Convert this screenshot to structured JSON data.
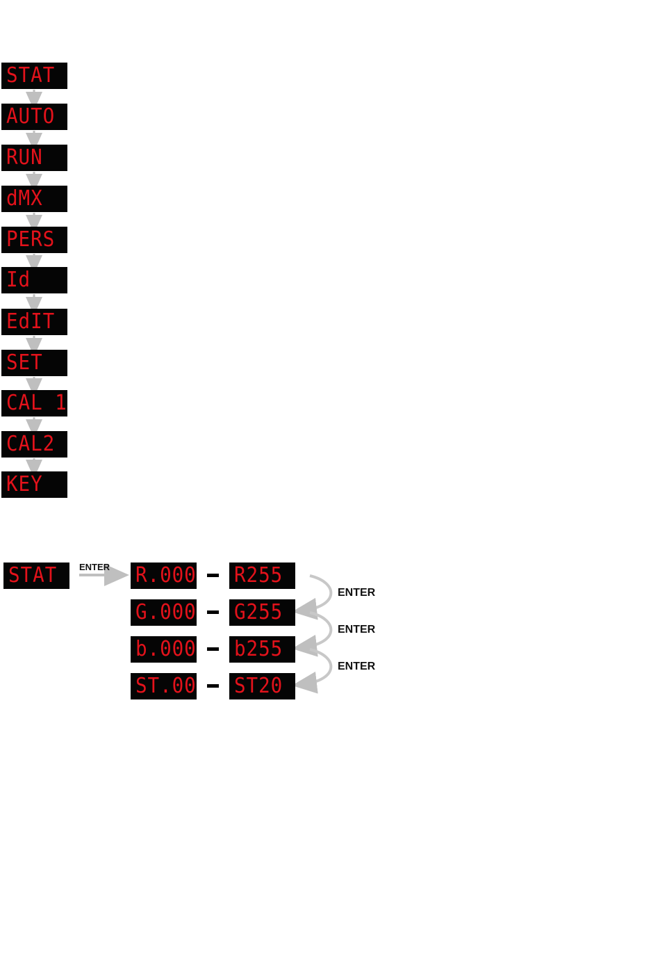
{
  "menu": {
    "items": [
      "STAT",
      "AUTO",
      "RUN",
      "dMX",
      "PERS",
      "Id",
      "EdIT",
      "SET",
      "CAL 1",
      "CAL2",
      "KEY"
    ]
  },
  "stat_detail": {
    "start": "STAT",
    "enter_top": "ENTER",
    "rows": [
      {
        "from": "R.000",
        "to": "R255"
      },
      {
        "from": "G.000",
        "to": "G255"
      },
      {
        "from": "b.000",
        "to": "b255"
      },
      {
        "from": "ST.00",
        "to": "ST20"
      }
    ],
    "enter_labels": [
      "ENTER",
      "ENTER",
      "ENTER"
    ]
  },
  "colors": {
    "lcd_bg": "#050505",
    "lcd_text": "#e3121b",
    "arrow": "#bfbfbf"
  }
}
